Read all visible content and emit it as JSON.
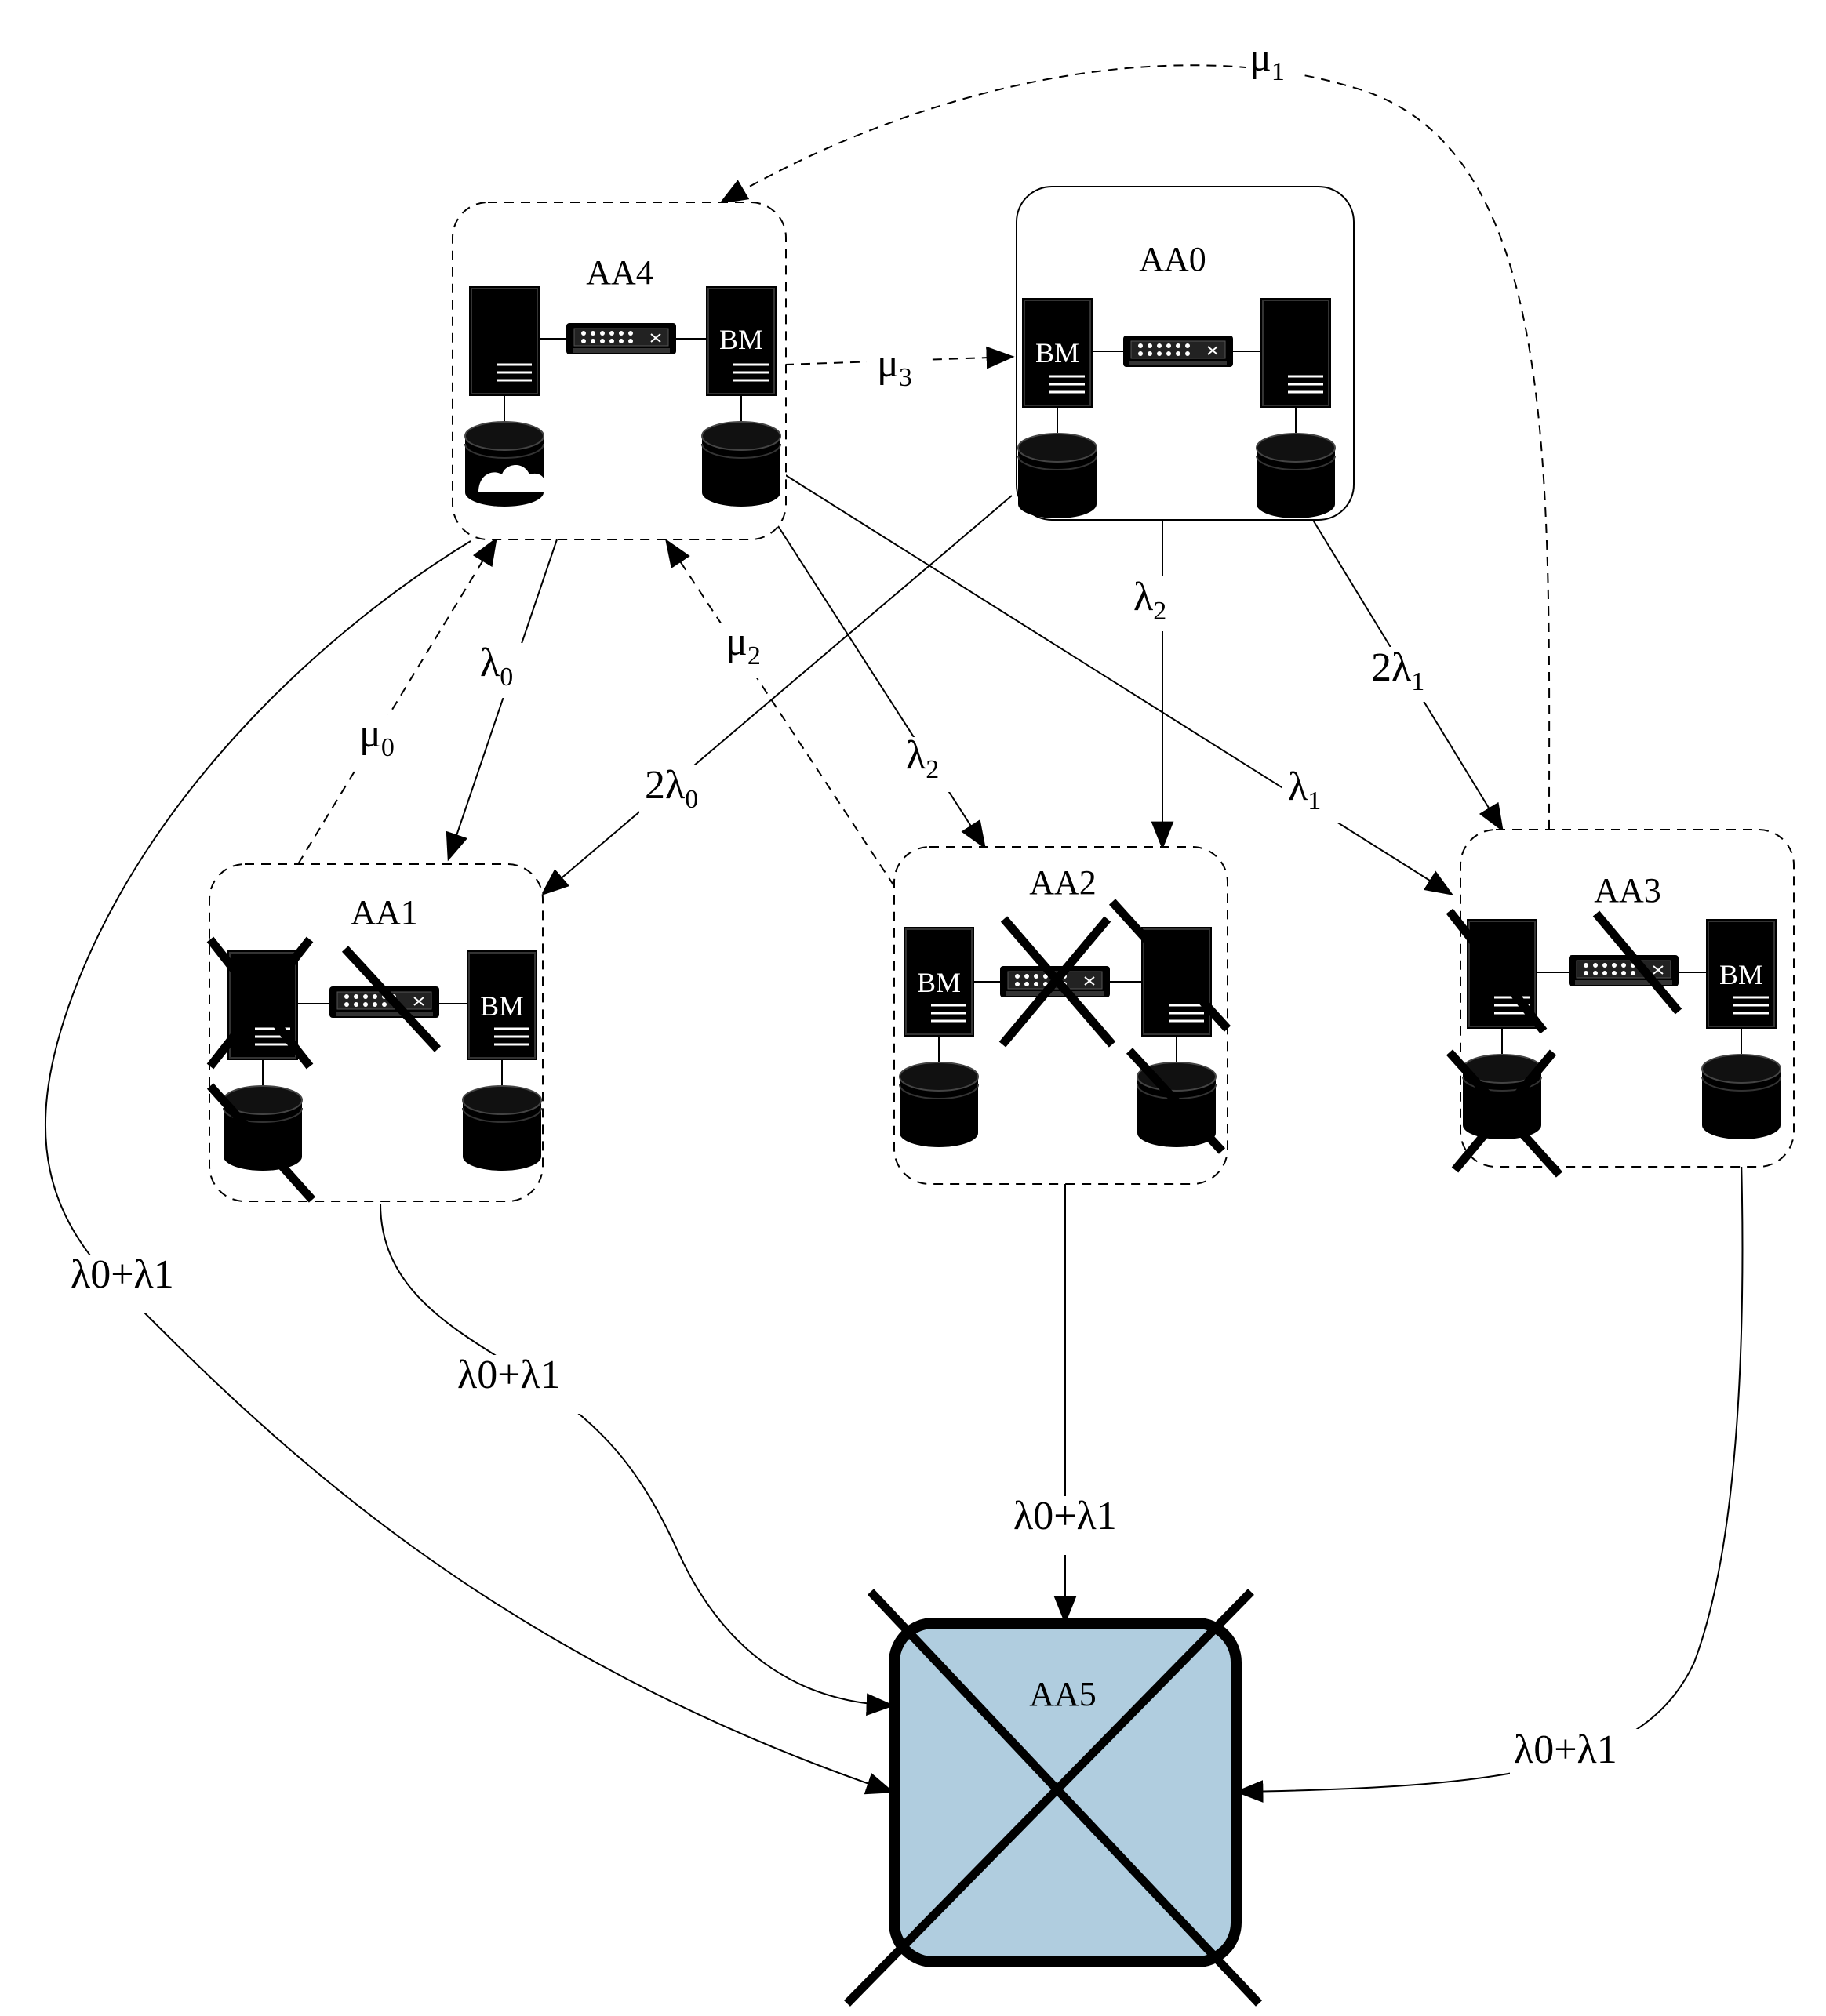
{
  "states": [
    {
      "id": "AA0",
      "label": "AA0"
    },
    {
      "id": "AA1",
      "label": "AA1"
    },
    {
      "id": "AA2",
      "label": "AA2"
    },
    {
      "id": "AA3",
      "label": "AA3"
    },
    {
      "id": "AA4",
      "label": "AA4"
    },
    {
      "id": "AA5",
      "label": "AA5"
    }
  ],
  "node_labels": {
    "bm": "BM"
  },
  "transitions": [
    {
      "from": "AA1",
      "to": "AA4",
      "style": "dashed",
      "rate": {
        "base": "μ",
        "sub": "0",
        "prefix": ""
      }
    },
    {
      "from": "AA3",
      "to": "AA4",
      "style": "dashed",
      "rate": {
        "base": "μ",
        "sub": "1",
        "prefix": ""
      }
    },
    {
      "from": "AA2",
      "to": "AA4",
      "style": "dashed",
      "rate": {
        "base": "μ",
        "sub": "2",
        "prefix": ""
      }
    },
    {
      "from": "AA4",
      "to": "AA0",
      "style": "dashed",
      "rate": {
        "base": "μ",
        "sub": "3",
        "prefix": ""
      }
    },
    {
      "from": "AA4",
      "to": "AA1",
      "style": "solid",
      "rate": {
        "base": "λ",
        "sub": "0",
        "prefix": ""
      }
    },
    {
      "from": "AA0",
      "to": "AA1",
      "style": "solid",
      "rate": {
        "base": "λ",
        "sub": "0",
        "prefix": "2"
      }
    },
    {
      "from": "AA4",
      "to": "AA2",
      "style": "solid",
      "rate": {
        "base": "λ",
        "sub": "2",
        "prefix": ""
      }
    },
    {
      "from": "AA0",
      "to": "AA2",
      "style": "solid",
      "rate": {
        "base": "λ",
        "sub": "2",
        "prefix": ""
      }
    },
    {
      "from": "AA4",
      "to": "AA3",
      "style": "solid",
      "rate": {
        "base": "λ",
        "sub": "1",
        "prefix": ""
      }
    },
    {
      "from": "AA0",
      "to": "AA3",
      "style": "solid",
      "rate": {
        "base": "λ",
        "sub": "1",
        "prefix": "2"
      }
    },
    {
      "from": "AA4",
      "to": "AA5",
      "style": "solid",
      "rate": "λ0+λ1"
    },
    {
      "from": "AA1",
      "to": "AA5",
      "style": "solid",
      "rate": "λ0+λ1"
    },
    {
      "from": "AA2",
      "to": "AA5",
      "style": "solid",
      "rate": "λ0+λ1"
    },
    {
      "from": "AA3",
      "to": "AA5",
      "style": "solid",
      "rate": "λ0+λ1"
    }
  ],
  "colors": {
    "failure_state_fill": "#b0cddf",
    "line": "#000000"
  }
}
